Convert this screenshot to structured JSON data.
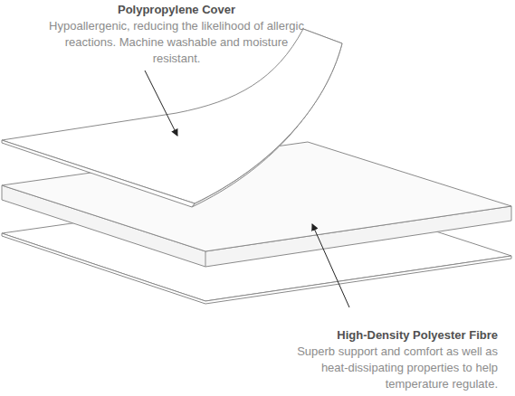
{
  "diagram": {
    "labels": [
      "Polypropylene Cover",
      "Hypoallergenic, reducing the likelihood of allergic reactions. Machine washable and moisture resistant.",
      "High-Density Polyester Fibre",
      "Superb support and comfort as well as heat-dissipating properties to help temperature regulate."
    ]
  }
}
